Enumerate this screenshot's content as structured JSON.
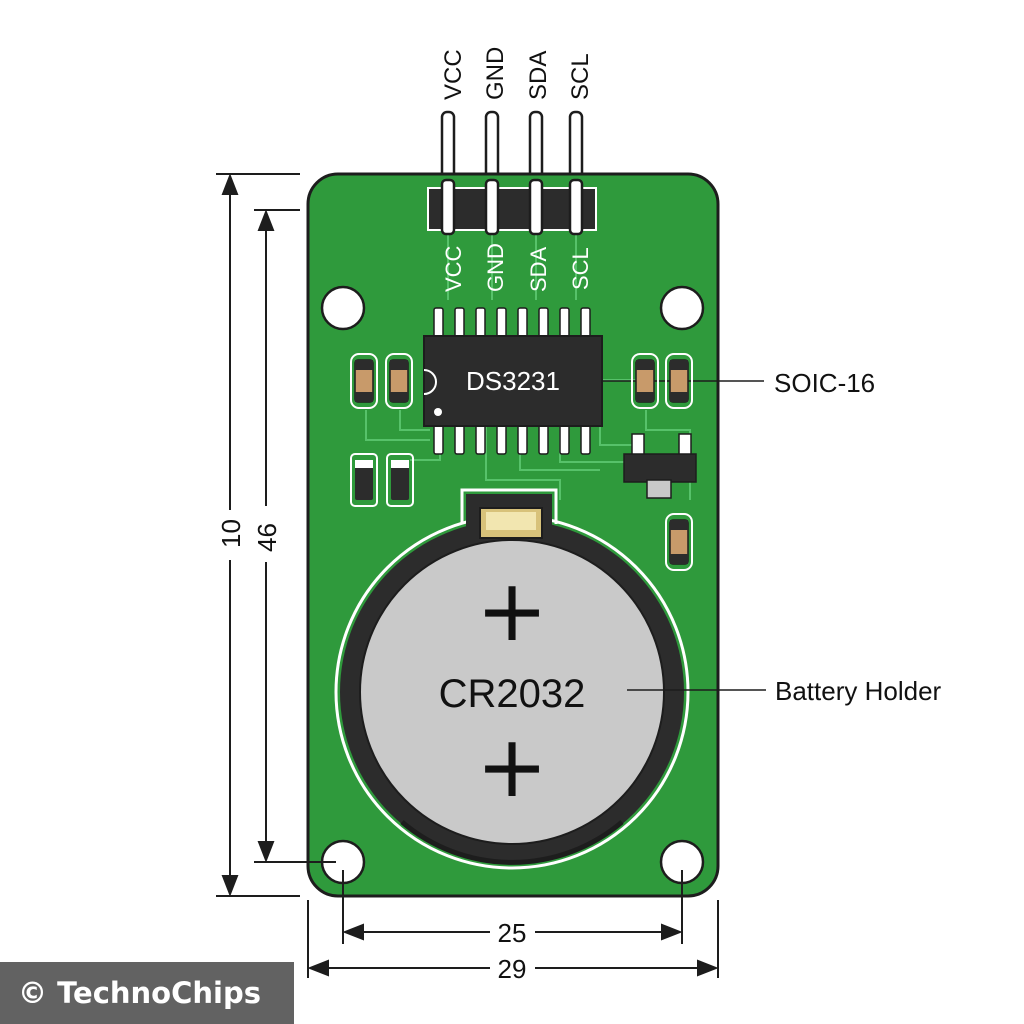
{
  "header_pins": [
    "VCC",
    "GND",
    "SDA",
    "SCL"
  ],
  "board_pins": [
    "VCC",
    "GND",
    "SDA",
    "SCL"
  ],
  "chip": {
    "label": "DS3231",
    "package_callout": "SOIC-16"
  },
  "battery": {
    "label": "CR2032",
    "polarity_top": "+",
    "polarity_bottom": "+",
    "callout": "Battery Holder"
  },
  "dimensions": {
    "outer_height": "10",
    "hole_spacing_vertical": "46",
    "hole_spacing_horizontal": "25",
    "board_width": "29"
  },
  "watermark": "© TechnoChips",
  "colors": {
    "pcb": "#2f9a3c",
    "pcb_outline": "#1d1d1d",
    "trace": "#57c26a",
    "chip_body": "#2c2c2c",
    "battery_cell": "#c9c9c9",
    "resistor": "#c89a6a"
  }
}
